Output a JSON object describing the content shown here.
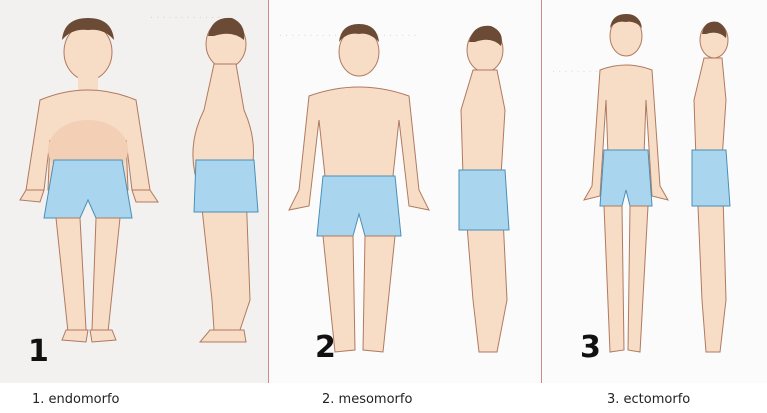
{
  "figures": [
    {
      "number": "1",
      "caption": "1. endomorfo"
    },
    {
      "number": "2",
      "caption": "2. mesomorfo"
    },
    {
      "number": "3",
      "caption": "3. ectomorfo"
    }
  ],
  "colors": {
    "skin": "#f7dcc6",
    "skin_shadow": "#e9b79a",
    "hair": "#6b4a36",
    "shorts": "#a9d6ee",
    "shorts_stroke": "#4a8fb8",
    "outline": "#b07a5f"
  }
}
